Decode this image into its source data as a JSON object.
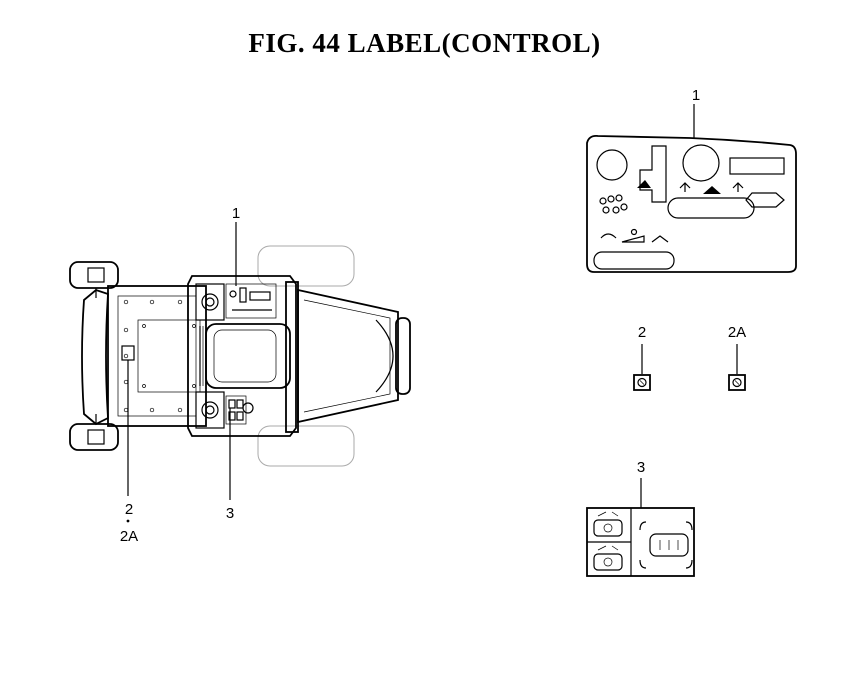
{
  "title": "FIG. 44  LABEL(CONTROL)",
  "callouts": {
    "c1_machine": "1",
    "c2_machine": "2",
    "c2a_machine": "2A",
    "c3_machine": "3",
    "c1_label": "1",
    "c2_label": "2",
    "c2a_label": "2A",
    "c3_label": "3"
  }
}
